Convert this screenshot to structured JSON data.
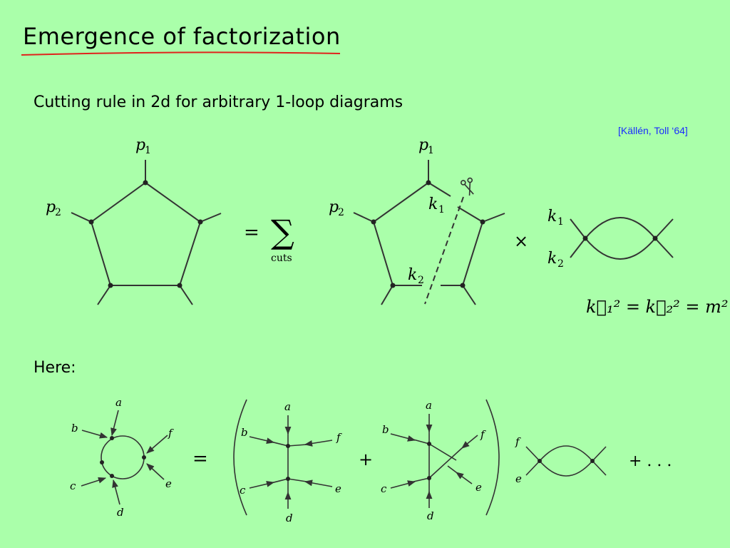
{
  "title": "Emergence of factorization",
  "subtitle": "Cutting rule in 2d for arbitrary 1-loop diagrams",
  "citation": "[Källén, Toll ‘64]",
  "here_label": "Here:",
  "colors": {
    "background": "#aaffaa",
    "underline": "#e0221c",
    "citation": "#1a2cff"
  },
  "top_equation": {
    "p1": "p",
    "p1_sub": "1",
    "p2": "p",
    "p2_sub": "2",
    "equals": "=",
    "sum_symbol": "∑",
    "sum_sub": "cuts",
    "k1": "k",
    "k1_sub": "1",
    "k2": "k",
    "k2_sub": "2",
    "times": "×",
    "scissors_icon": "scissors",
    "onshell_condition": "k⃗₁² = k⃗₂² = m²"
  },
  "bottom_equation": {
    "legs": [
      "a",
      "b",
      "c",
      "d",
      "e",
      "f"
    ],
    "equals": "=",
    "plus": "+",
    "ellipsis": "+ . . ."
  }
}
